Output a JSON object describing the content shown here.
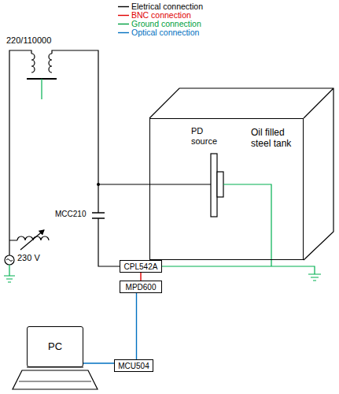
{
  "diagram": {
    "nodes": [
      {
        "text": [
          "Oil filled steel tank"
        ]
      },
      {
        "text": [
          "CPL542A"
        ]
      },
      {
        "text": [
          "MPD600"
        ]
      },
      {
        "text": [
          "MCU504"
        ]
      },
      {
        "text": [
          "PC"
        ]
      }
    ],
    "edges": [
      {
        "from": 1,
        "to": 2,
        "arrow": "none"
      },
      {
        "from": 2,
        "to": 3,
        "arrow": "none"
      },
      {
        "from": 3,
        "to": 4,
        "arrow": "none"
      }
    ],
    "labels": [
      "220/110000",
      "PD source",
      "MCC210",
      "230 V"
    ],
    "legend": [
      {
        "text": "Eletrical connection"
      },
      {
        "text": "BNC connection"
      },
      {
        "text": "Ground connection"
      },
      {
        "text": "Optical connection"
      }
    ]
  }
}
